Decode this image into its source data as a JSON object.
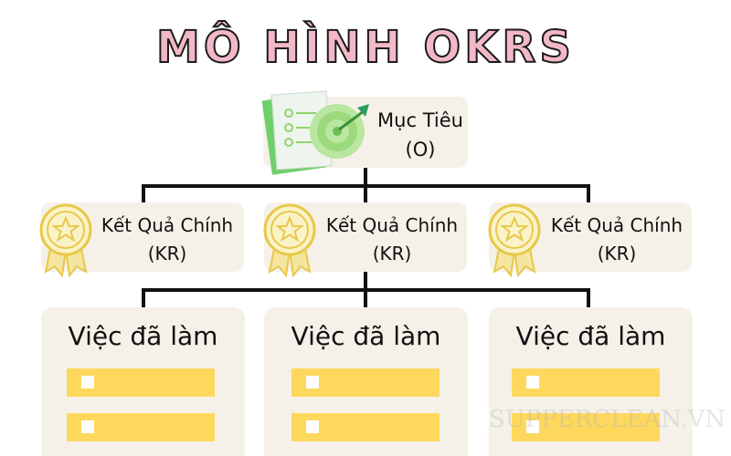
{
  "title": "MÔ HÌNH OKRS",
  "objective": {
    "line1": "Mục Tiêu",
    "line2": "(O)"
  },
  "key_results": [
    {
      "line1": "Kết Quả Chính",
      "line2": "(KR)"
    },
    {
      "line1": "Kết Quả Chính",
      "line2": "(KR)"
    },
    {
      "line1": "Kết Quả Chính",
      "line2": "(KR)"
    }
  ],
  "tasks": [
    {
      "title": "Việc đã làm"
    },
    {
      "title": "Việc đã làm"
    },
    {
      "title": "Việc đã làm"
    }
  ],
  "watermark": "SUPPERCLEAN.VN",
  "colors": {
    "title_fill": "#f2b8c6",
    "box_bg": "#f6f1e8",
    "bar": "#fdd85d",
    "medal": "#e8c84a",
    "target": "#8fd46a"
  }
}
